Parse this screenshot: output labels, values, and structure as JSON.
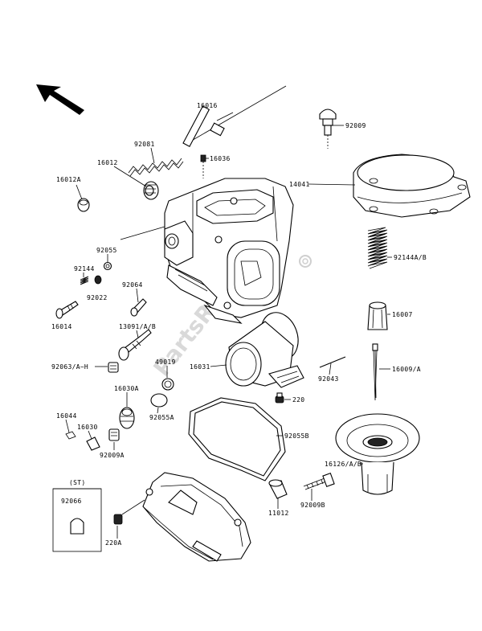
{
  "diagram": {
    "watermark": "PartsRepublik",
    "labels": {
      "p16016": "16016",
      "p92081": "92081",
      "p16036": "16036",
      "p16012": "16012",
      "p16012A": "16012A",
      "p92009": "92009",
      "p14041": "14041",
      "p92055": "92055",
      "p92144": "92144",
      "p92022": "92022",
      "p92064": "92064",
      "p92144AB": "92144A/B",
      "p16014": "16014",
      "p13091AB": "13091/A/B",
      "p16007": "16007",
      "p92063AH": "92063/A~H",
      "p49019": "49019",
      "p16031": "16031",
      "p92043": "92043",
      "p16009A": "16009/A",
      "p16030A": "16030A",
      "p92055A": "92055A",
      "p220": "220",
      "p16044": "16044",
      "p16030": "16030",
      "p92055B": "92055B",
      "p92009A": "92009A",
      "p16126AB": "16126/A/B",
      "pST": "(ST)",
      "p92066": "92066",
      "p92009B": "92009B",
      "p11012": "11012",
      "p220A": "220A"
    }
  }
}
